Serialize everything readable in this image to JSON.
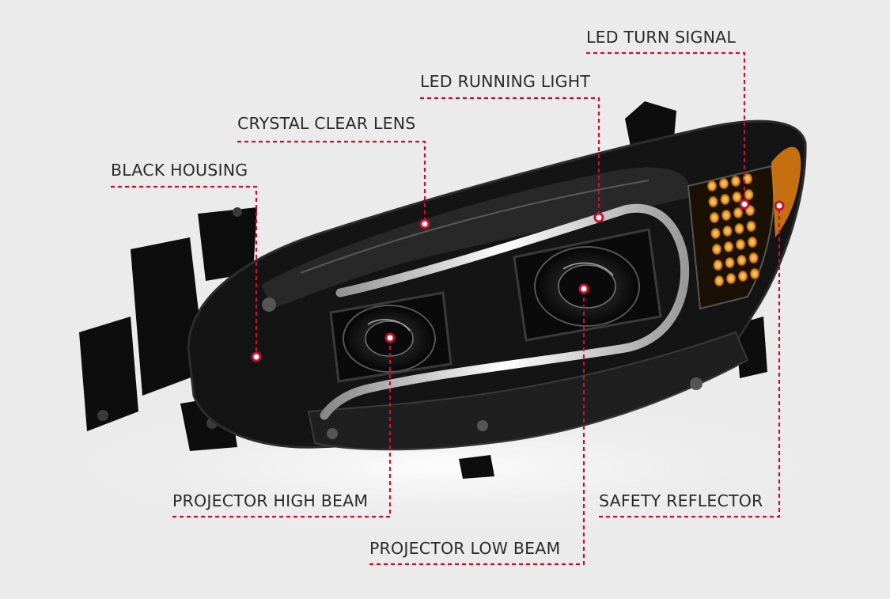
{
  "diagram": {
    "accent_color": "#c8102e",
    "background_color": "#ebebeb",
    "subject": "headlight-assembly",
    "callouts": [
      {
        "id": "led-turn-signal",
        "label": "LED TURN SIGNAL"
      },
      {
        "id": "led-running-light",
        "label": "LED RUNNING LIGHT"
      },
      {
        "id": "crystal-clear-lens",
        "label": "CRYSTAL CLEAR LENS"
      },
      {
        "id": "black-housing",
        "label": "BLACK HOUSING"
      },
      {
        "id": "projector-high-beam",
        "label": "PROJECTOR HIGH BEAM"
      },
      {
        "id": "safety-reflector",
        "label": "SAFETY REFLECTOR"
      },
      {
        "id": "projector-low-beam",
        "label": "PROJECTOR LOW BEAM"
      }
    ]
  }
}
